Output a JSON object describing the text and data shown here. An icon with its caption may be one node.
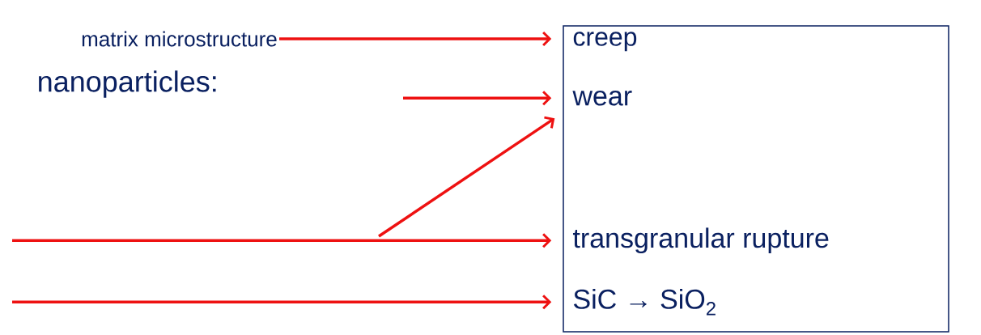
{
  "diagram": {
    "nodes": [
      {
        "text": [
          "matrix microstructure"
        ]
      },
      {
        "text": [],
        "shape": "box"
      },
      {
        "text": [
          "creep"
        ],
        "in": 1
      },
      {
        "text": [
          "wear"
        ],
        "in": 1
      },
      {
        "text": [
          "transgranular rupture"
        ],
        "in": 1
      },
      {
        "text": [
          "SiC → SiO$_{2}$"
        ],
        "in": 1
      }
    ],
    "edges": [
      {
        "from": 0,
        "to": 2,
        "arrow": "to"
      },
      {
        "from": null,
        "to": 3,
        "arrow": "to"
      },
      {
        "from": null,
        "to": 3,
        "arrow": "to"
      },
      {
        "from": null,
        "to": 4,
        "arrow": "to"
      },
      {
        "from": null,
        "to": 5,
        "arrow": "to"
      }
    ],
    "labels": [
      "nanoparticles:"
    ]
  }
}
